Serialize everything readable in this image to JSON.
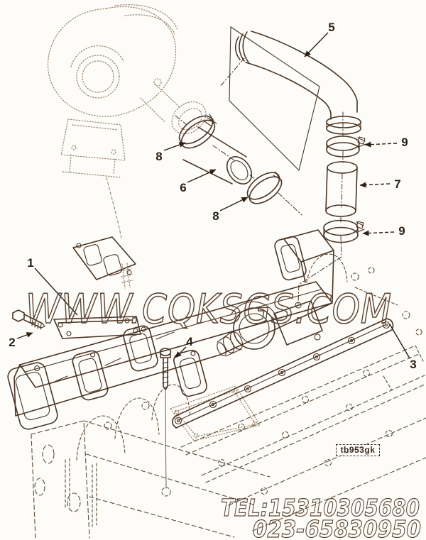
{
  "watermark": {
    "text": "WWW.CQKSGS.COM"
  },
  "figure_code": {
    "text": "tb953gk"
  },
  "contact": {
    "line1": "TEL:15310305680",
    "line2": "023-65830950"
  },
  "callouts": [
    {
      "label": "1"
    },
    {
      "label": "2"
    },
    {
      "label": "3"
    },
    {
      "label": "4"
    },
    {
      "label": "5"
    },
    {
      "label": "6"
    },
    {
      "label": "7"
    },
    {
      "label": "8"
    },
    {
      "label": "8"
    },
    {
      "label": "9"
    },
    {
      "label": "9"
    }
  ],
  "colors": {
    "ink": "#4a3423",
    "phantom_ink": "#9b8269",
    "hidden_line": "#5f4a35",
    "label_ink": "#2c1f14",
    "outline_text": "#5c4736",
    "background": "#fdfcf9"
  }
}
